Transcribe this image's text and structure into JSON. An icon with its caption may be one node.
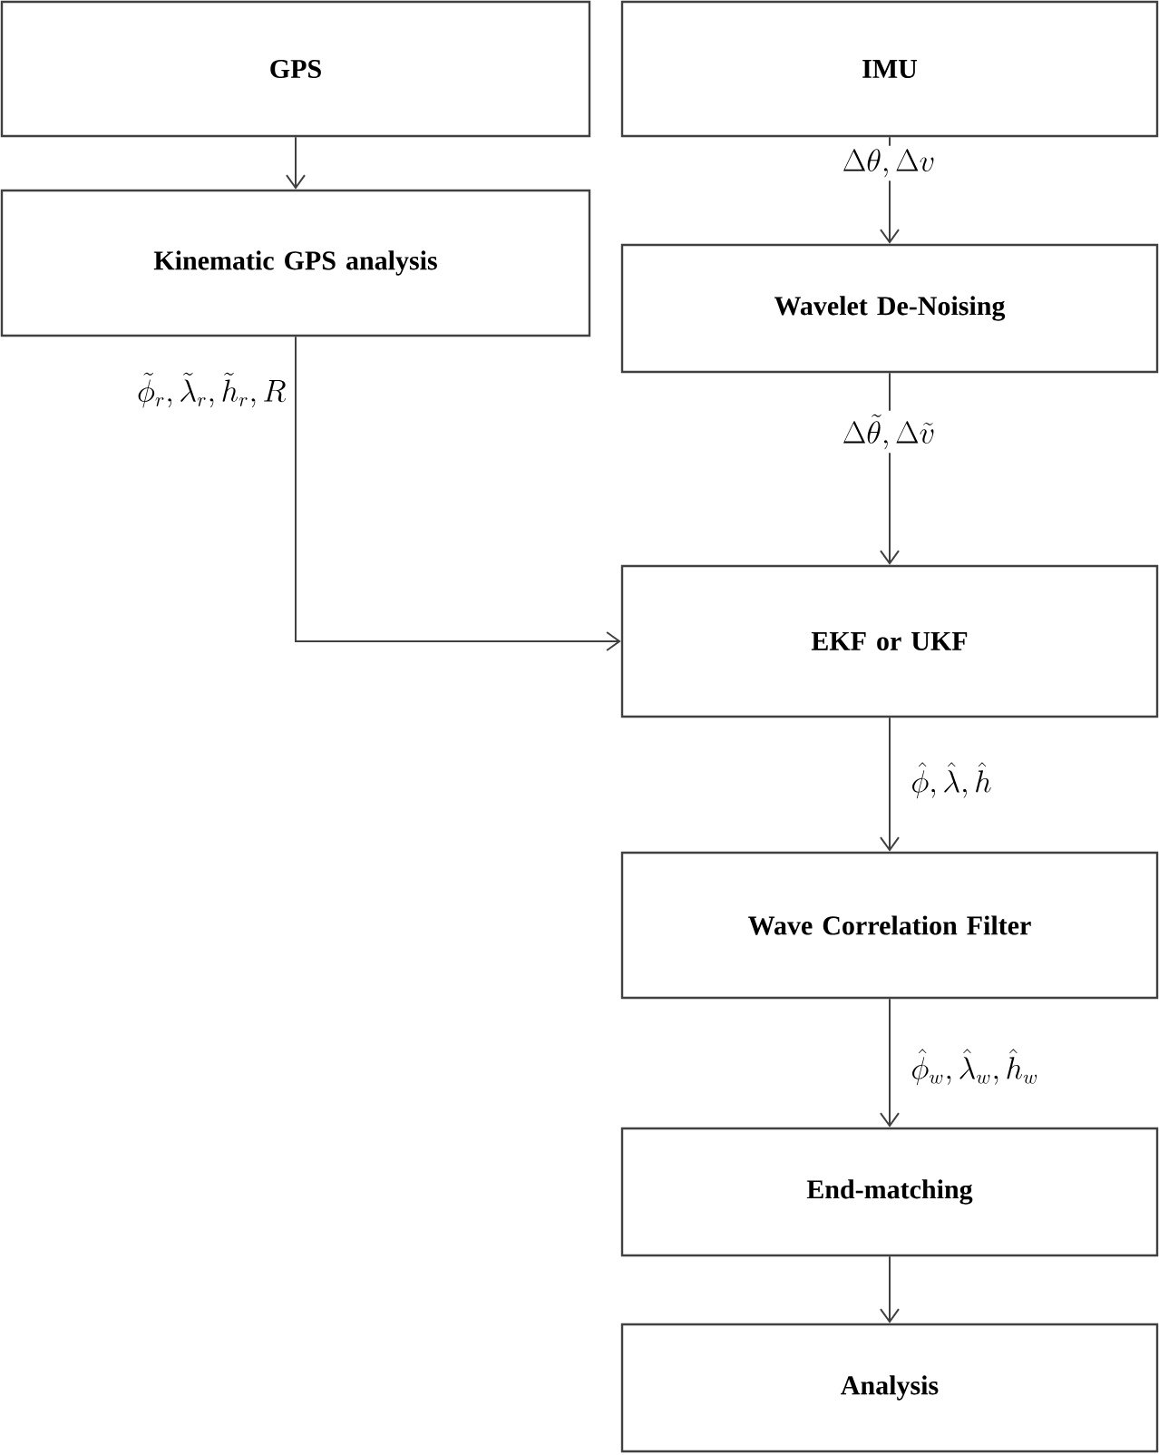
{
  "diagram": {
    "nodes": [
      {
        "text": [
          "GPS"
        ]
      },
      {
        "text": [
          "IMU"
        ]
      },
      {
        "text": [
          "Kinematic GPS analysis"
        ]
      },
      {
        "text": [
          "Wavelet De-Noising"
        ]
      },
      {
        "text": [
          "EKF or UKF"
        ]
      },
      {
        "text": [
          "Wave Correlation Filter"
        ]
      },
      {
        "text": [
          "End-matching"
        ]
      },
      {
        "text": [
          "Analysis"
        ]
      }
    ],
    "edges": [
      {
        "from": 0,
        "to": 2,
        "arrow": "to"
      },
      {
        "from": 1,
        "to": 3,
        "arrow": "to",
        "label": "\\Delta\\theta, \\Delta v"
      },
      {
        "from": 3,
        "to": 4,
        "arrow": "to",
        "label": "\\Delta\\tilde{\\theta}, \\Delta\\tilde{v}"
      },
      {
        "from": 2,
        "to": 4,
        "arrow": "to",
        "label": "\\tilde{\\phi}_r, \\tilde{\\lambda}_r, \\tilde{h}_r, R"
      },
      {
        "from": 4,
        "to": 5,
        "arrow": "to",
        "label": "\\hat{\\phi}, \\hat{\\lambda}, \\hat{h}"
      },
      {
        "from": 5,
        "to": 6,
        "arrow": "to",
        "label": "\\hat{\\phi}_w, \\hat{\\lambda}_w, \\hat{h}_w"
      },
      {
        "from": 6,
        "to": 7,
        "arrow": "to"
      }
    ]
  }
}
